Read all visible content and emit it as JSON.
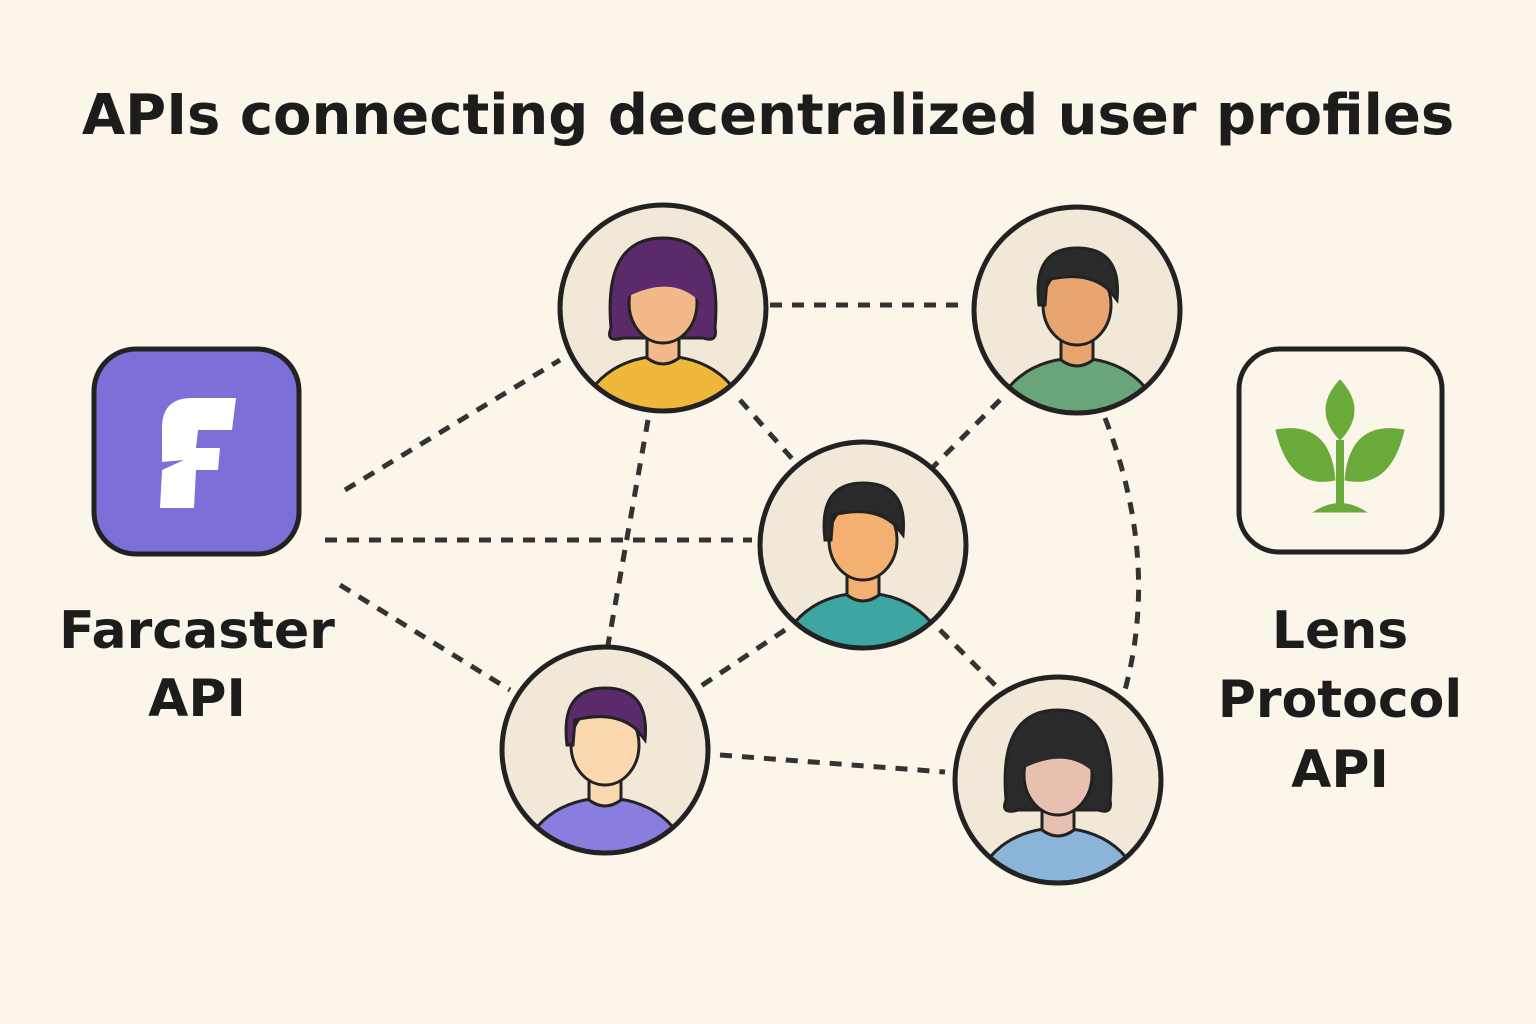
{
  "title": "APIs connecting decentralized user profiles",
  "farcaster": {
    "label_line1": "Farcaster",
    "label_line2": "API",
    "color": "#7b6fd8",
    "logo_letter": "f"
  },
  "lens": {
    "label_line1": "Lens",
    "label_line2": "Protocol",
    "label_line3": "API",
    "plant_color": "#6aaa3a"
  },
  "users": [
    {
      "id": "user-top-left",
      "hair": "#5a2a6a",
      "shirt": "#f0b83a",
      "skin": "#f4b98a",
      "style": "long"
    },
    {
      "id": "user-top-right",
      "hair": "#2a2a2a",
      "shirt": "#6aa57a",
      "skin": "#e8a570",
      "style": "short"
    },
    {
      "id": "user-center",
      "hair": "#2a2a2a",
      "shirt": "#3ea5a0",
      "skin": "#f4b070",
      "style": "short"
    },
    {
      "id": "user-bottom-left",
      "hair": "#5a2a6a",
      "shirt": "#8a7de0",
      "skin": "#fbd8b0",
      "style": "short"
    },
    {
      "id": "user-bottom-right",
      "hair": "#2a2a2a",
      "shirt": "#8ab4d8",
      "skin": "#e8c0b0",
      "style": "long"
    }
  ]
}
